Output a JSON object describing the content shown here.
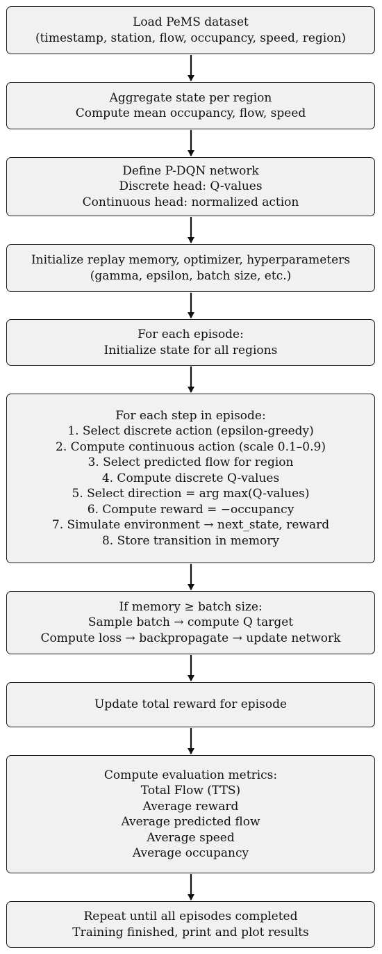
{
  "steps": [
    {
      "lines": [
        "Load PeMS dataset",
        "(timestamp, station, flow, occupancy, speed, region)"
      ]
    },
    {
      "lines": [
        "Aggregate state per region",
        "Compute mean occupancy, flow, speed"
      ]
    },
    {
      "lines": [
        "Define P-DQN network",
        "Discrete head: Q-values",
        "Continuous head: normalized action"
      ]
    },
    {
      "lines": [
        "Initialize replay memory, optimizer, hyperparameters",
        "(gamma, epsilon, batch size, etc.)"
      ]
    },
    {
      "lines": [
        "For each episode:",
        "Initialize state for all regions"
      ]
    },
    {
      "lines": [
        "For each step in episode:",
        "1. Select discrete action (epsilon-greedy)",
        "2. Compute continuous action (scale 0.1–0.9)",
        "3. Select predicted flow for region",
        "4. Compute discrete Q-values",
        "5. Select direction = arg max(Q-values)",
        "6. Compute reward = −occupancy",
        "7. Simulate environment → next_state, reward",
        "8. Store transition in memory"
      ]
    },
    {
      "lines": [
        "If memory ≥ batch size:",
        "Sample batch → compute Q target",
        "Compute loss → backpropagate → update network"
      ]
    },
    {
      "lines": [
        "Update total reward for episode"
      ]
    },
    {
      "lines": [
        "Compute evaluation metrics:",
        "Total Flow (TTS)",
        "Average reward",
        "Average predicted flow",
        "Average speed",
        "Average occupancy"
      ]
    },
    {
      "lines": [
        "Repeat until all episodes completed",
        "Training finished, print and plot results"
      ]
    }
  ]
}
